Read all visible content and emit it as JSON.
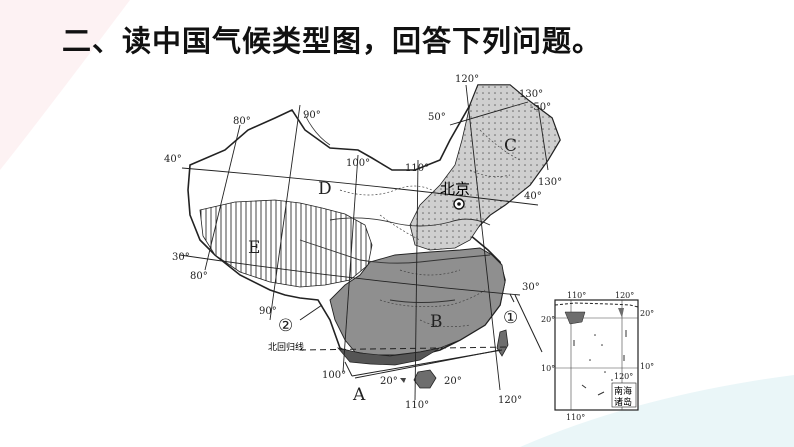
{
  "question": "二、读中国气候类型图，回答下列问题。",
  "regions": {
    "A": "A",
    "B": "B",
    "C": "C",
    "D": "D",
    "E": "E"
  },
  "markers": {
    "m1": "①",
    "m2": "②"
  },
  "city": "北京",
  "tropic_label": "北回归线",
  "lon": {
    "l80": "80°",
    "l90": "90°",
    "l100": "100°",
    "l110": "110°",
    "l120": "120°",
    "l130": "130°",
    "l80b": "80°",
    "l90b": "90°",
    "l100b": "100°",
    "l110b": "110°",
    "l120b": "120°"
  },
  "lat": {
    "t40w": "40°",
    "t30w": "30°",
    "t50": "50°",
    "t50e": "-50°",
    "t40e": "40°",
    "t30e": "30°",
    "t20a": "20°",
    "t20b": "20°",
    "t130e": "130°"
  },
  "inset": {
    "name_1": "南海",
    "name_2": "诸岛",
    "lon_110": "110°",
    "lon_120": "120°",
    "lat_20l": "20°",
    "lat_20r": "20°",
    "lat_10l": "10°",
    "lat_10r": "10°",
    "bot_110": "110°",
    "bot_120": "120°"
  },
  "colors": {
    "subtropical": "#8f8f8f",
    "temperate_monsoon": "#c9c9c9",
    "temperate_continental": "#ffffff",
    "highland": "#ffffff",
    "tropical": "#6d6d6d",
    "accent_curve": "#f6dfe1"
  }
}
